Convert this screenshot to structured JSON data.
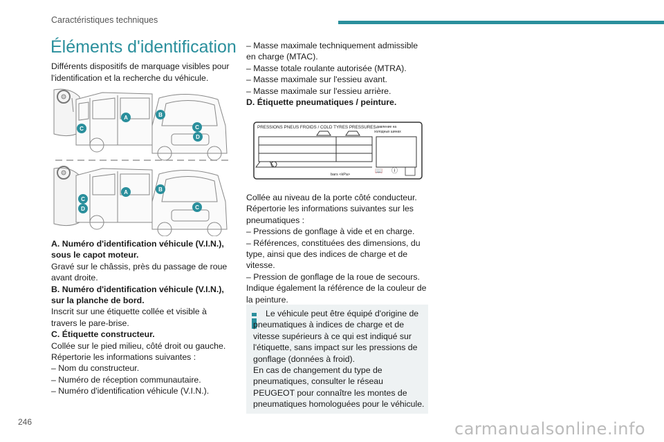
{
  "header": {
    "section_title": "Caractéristiques techniques",
    "accent_color": "#2a8f9c"
  },
  "page": {
    "title": "Éléments d'identification",
    "number": "246"
  },
  "intro": "Différents dispositifs de marquage visibles pour l'identification et la recherche du véhicule.",
  "figure": {
    "markers": [
      "A",
      "B",
      "C",
      "D"
    ],
    "marker_color": "#2a8f9c"
  },
  "col1": {
    "a_heading_1": "A. Numéro d'identification véhicule (V.I.N.),",
    "a_heading_2": "sous le capot moteur.",
    "a_text": "Gravé sur le châssis, près du passage de roue avant droite.",
    "b_heading_1": "B. Numéro d'identification véhicule (V.I.N.),",
    "b_heading_2": "sur la planche de bord.",
    "b_text": "Inscrit sur une étiquette collée et visible à travers le pare-brise.",
    "c_heading": "C. Étiquette constructeur.",
    "c_text_1": "Collée sur le pied milieu, côté droit ou gauche.",
    "c_text_2": "Répertorie les informations suivantes :",
    "c_item_1": "–  Nom du constructeur.",
    "c_item_2": "–  Numéro de réception communautaire.",
    "c_item_3": "–  Numéro d'identification véhicule (V.I.N.)."
  },
  "col2": {
    "item_4a": "–  Masse maximale techniquement admissible",
    "item_4b": "en charge (MTAC).",
    "item_5": "–  Masse totale roulante autorisée (MTRA).",
    "item_6": "–  Masse maximale sur l'essieu avant.",
    "item_7": "–  Masse maximale sur l'essieu arrière.",
    "d_heading": "D. Étiquette pneumatiques / peinture."
  },
  "tyre_label": {
    "header": "PRESSIONS PNEUS FROIDS / COLD TYRES PRESSURES",
    "cyrillic_1": "давление на",
    "cyrillic_2": "холодных шинах",
    "units": "bars   <kPa>"
  },
  "col2b": {
    "p1": "Collée au niveau de la porte côté conducteur.",
    "p2": "Répertorie les informations suivantes sur les pneumatiques :",
    "i1": "–  Pressions de gonflage à vide et en charge.",
    "i2": "–  Références, constituées des dimensions, du type, ainsi que des indices de charge et de vitesse.",
    "i3": "–  Pression de gonflage de la roue de secours.",
    "p3": "Indique également la référence de la couleur de la peinture."
  },
  "info": {
    "p1": "Le véhicule peut être équipé d'origine de pneumatiques à indices de charge et de vitesse supérieurs à ce qui est indiqué sur l'étiquette, sans impact sur les pressions de gonflage (données à froid).",
    "p2": "En cas de changement du type de pneumatiques, consulter le réseau PEUGEOT pour connaître les montes de pneumatiques homologuées pour le véhicule.",
    "icon_color": "#2a8f9c"
  },
  "watermark": "carmanualsonline.info"
}
